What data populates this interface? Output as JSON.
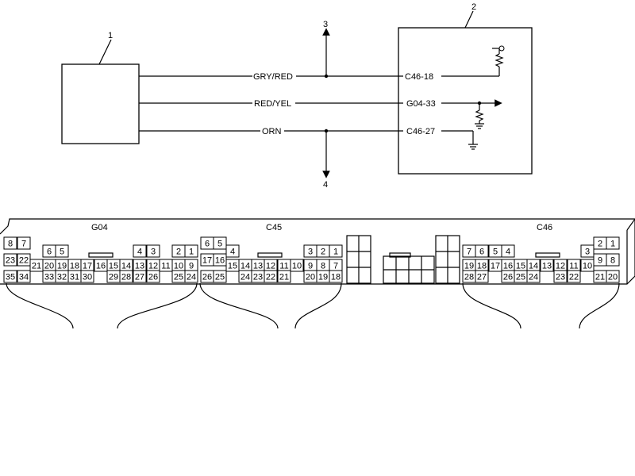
{
  "schematic": {
    "component_numbers": [
      "1",
      "2",
      "3",
      "4"
    ],
    "wires": [
      {
        "color_label": "GRY/RED",
        "terminal": "C46-18"
      },
      {
        "color_label": "RED/YEL",
        "terminal": "G04-33"
      },
      {
        "color_label": "ORN",
        "terminal": "C46-27"
      }
    ]
  },
  "connectors": {
    "G04": {
      "title": "G04",
      "pins": [
        "8",
        "7",
        "6",
        "5",
        "4",
        "3",
        "2",
        "1",
        "23",
        "22",
        "21",
        "20",
        "19",
        "18",
        "17",
        "16",
        "15",
        "14",
        "13",
        "12",
        "11",
        "10",
        "9",
        "35",
        "34",
        "33",
        "32",
        "31",
        "30",
        "29",
        "28",
        "27",
        "26",
        "25",
        "24"
      ]
    },
    "C45": {
      "title": "C45",
      "pins": [
        "6",
        "5",
        "4",
        "3",
        "2",
        "1",
        "17",
        "16",
        "15",
        "14",
        "13",
        "12",
        "11",
        "10",
        "9",
        "8",
        "7",
        "26",
        "25",
        "24",
        "23",
        "22",
        "21",
        "20",
        "19",
        "18"
      ]
    },
    "C46": {
      "title": "C46",
      "pins": [
        "7",
        "6",
        "5",
        "4",
        "3",
        "2",
        "1",
        "19",
        "18",
        "17",
        "16",
        "15",
        "14",
        "13",
        "12",
        "11",
        "10",
        "9",
        "8",
        "28",
        "27",
        "26",
        "25",
        "24",
        "23",
        "22",
        "21",
        "20"
      ]
    }
  }
}
